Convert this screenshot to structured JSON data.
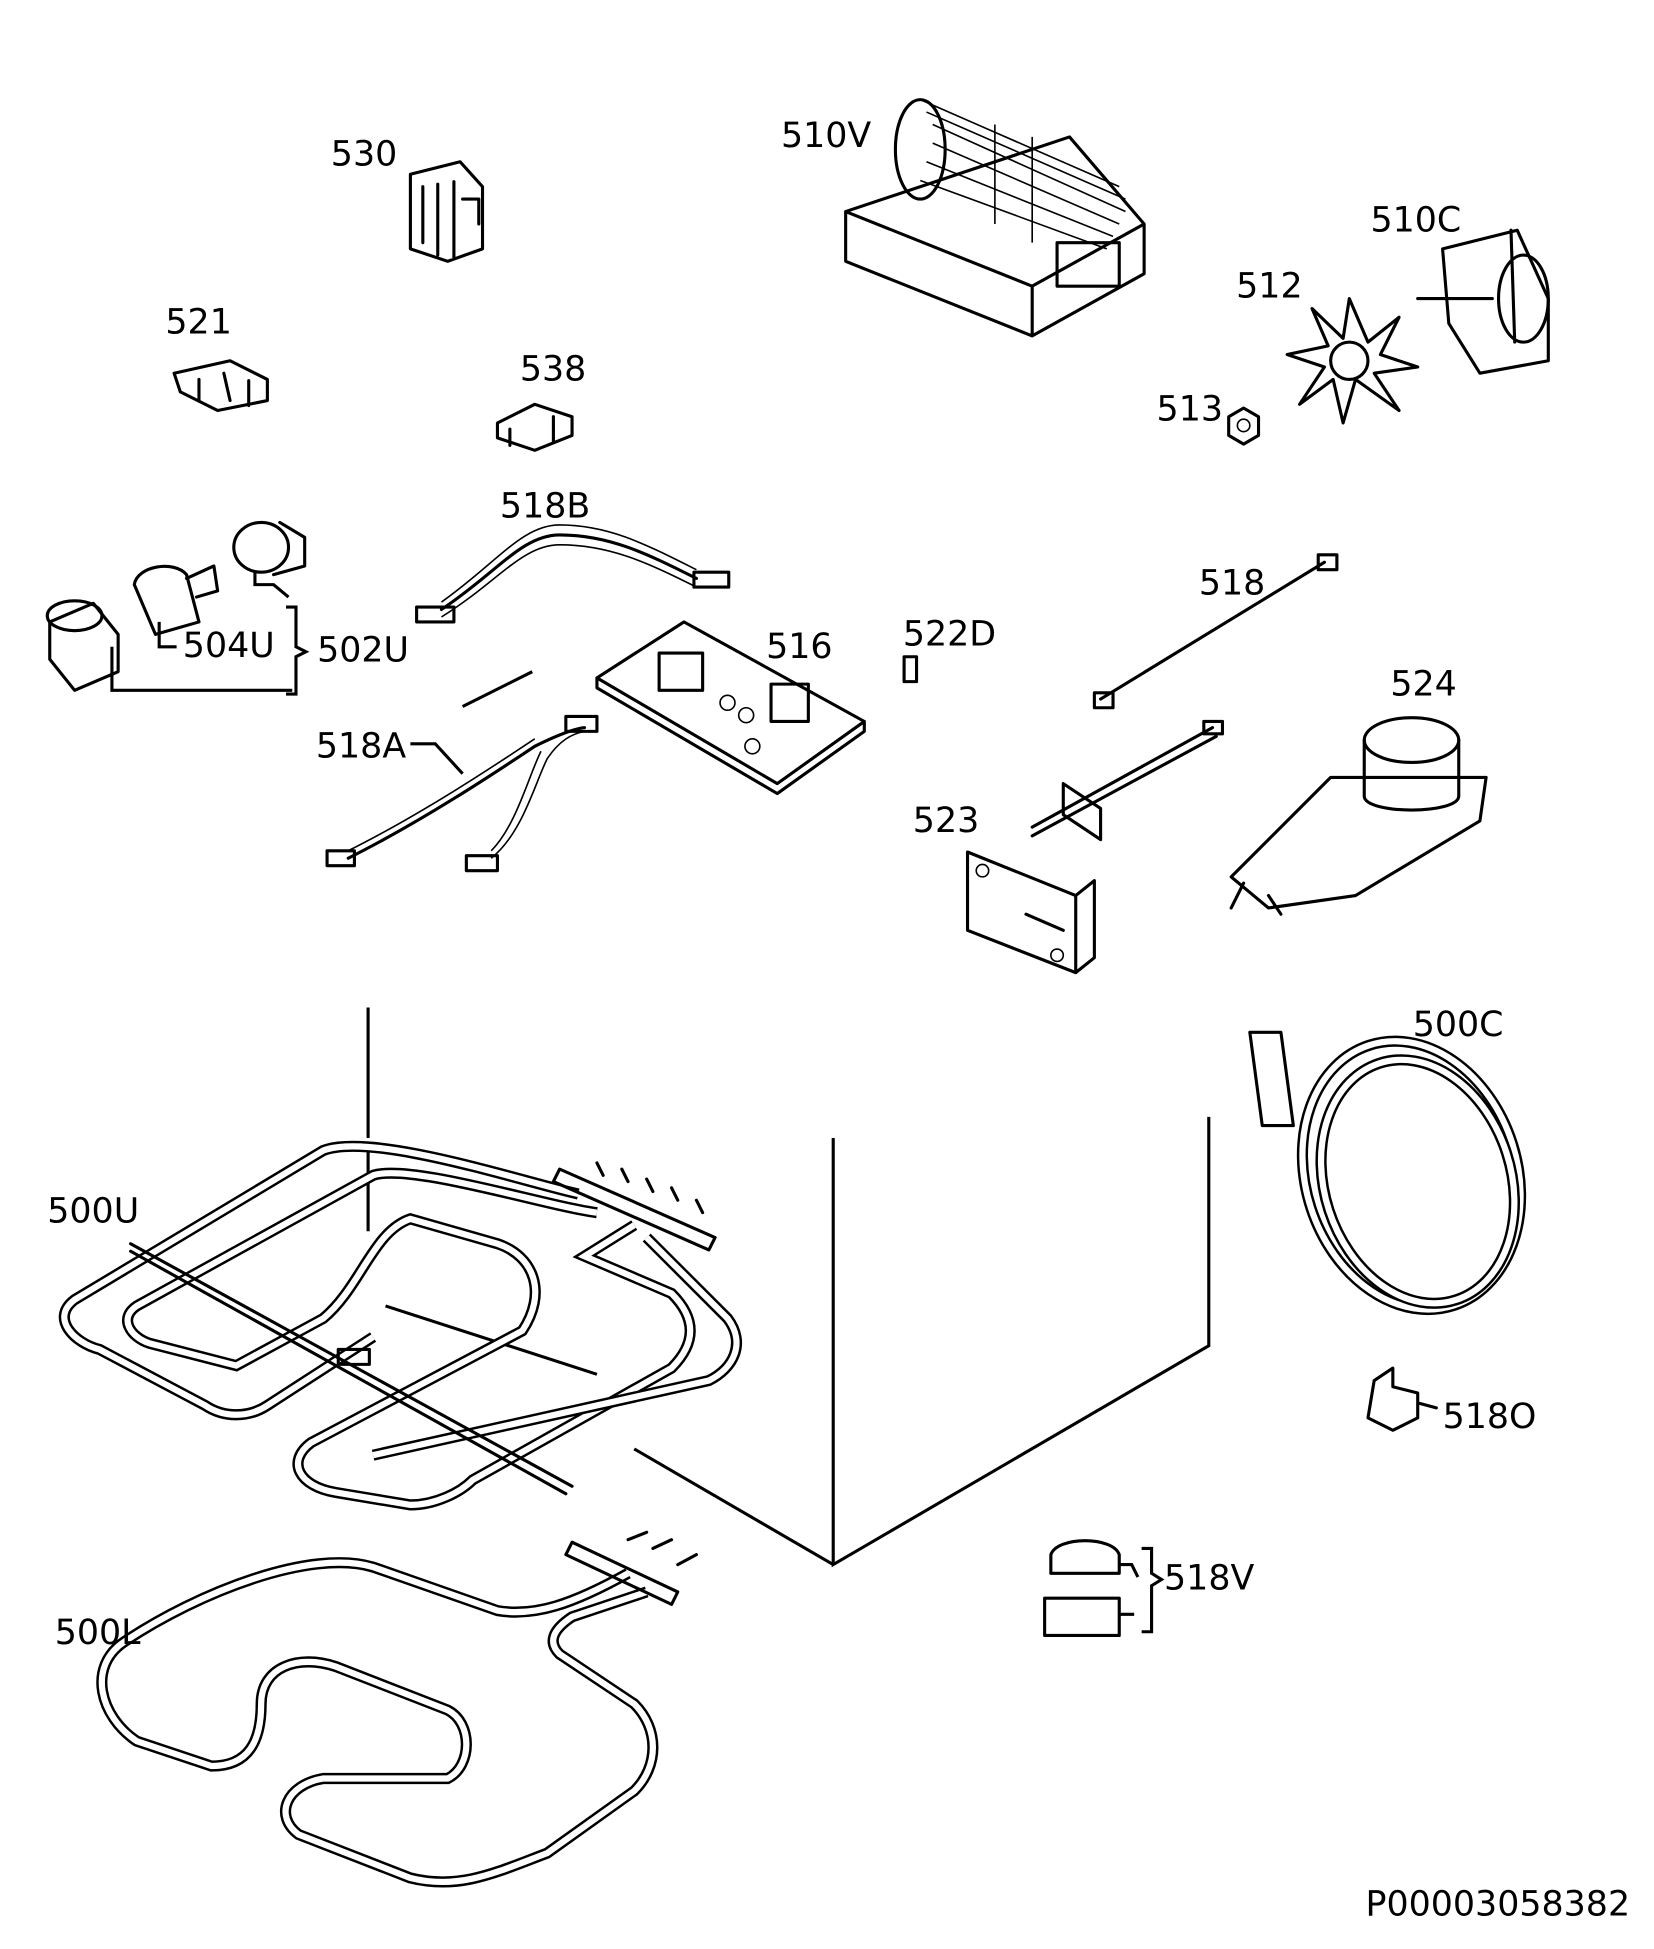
{
  "diagram": {
    "document_id": "P00003058382",
    "parts": [
      {
        "ref": "530"
      },
      {
        "ref": "510V"
      },
      {
        "ref": "510C"
      },
      {
        "ref": "512"
      },
      {
        "ref": "521"
      },
      {
        "ref": "538"
      },
      {
        "ref": "513"
      },
      {
        "ref": "518B"
      },
      {
        "ref": "518"
      },
      {
        "ref": "522D"
      },
      {
        "ref": "516"
      },
      {
        "ref": "504U"
      },
      {
        "ref": "502U"
      },
      {
        "ref": "524"
      },
      {
        "ref": "518A"
      },
      {
        "ref": "523"
      },
      {
        "ref": "500C"
      },
      {
        "ref": "500U"
      },
      {
        "ref": "518O"
      },
      {
        "ref": "518V"
      },
      {
        "ref": "500L"
      }
    ]
  }
}
